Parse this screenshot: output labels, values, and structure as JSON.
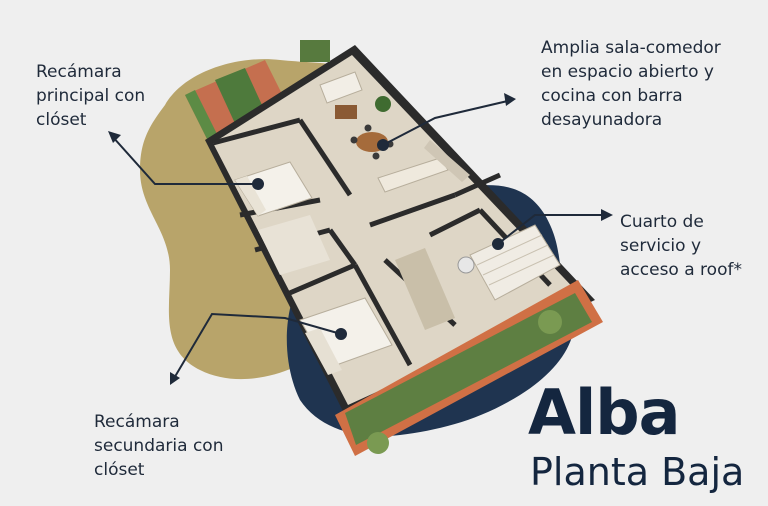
{
  "title": "Alba",
  "subtitle": "Planta Baja",
  "callouts": {
    "master_bedroom": [
      "Recámara",
      "principal con",
      "clóset"
    ],
    "living": [
      "Amplia sala-comedor",
      "en espacio abierto y",
      "cocina con barra",
      "desayunadora"
    ],
    "service": [
      "Cuarto de",
      "servicio y",
      "acceso a roof*"
    ],
    "second_bedroom": [
      "Recámara",
      "secundaria con",
      "clóset"
    ]
  },
  "colors": {
    "background": "#efefef",
    "gold_blob": "#b8a46a",
    "navy_blob": "#1f3450",
    "text": "#1f2a3a",
    "title": "#14263f"
  }
}
